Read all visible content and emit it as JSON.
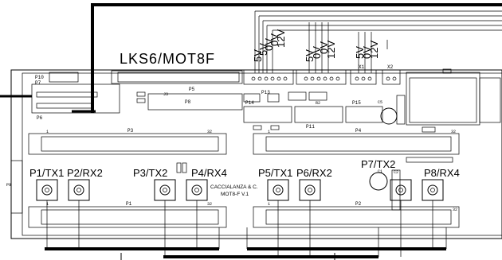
{
  "board": {
    "title": "LKS6/MOT8F",
    "maker_line1": "CACCIALANZA & C.",
    "maker_line2": "MOT8-F V.1"
  },
  "power_labels": {
    "group1": [
      "5V",
      "5V",
      "0V",
      "0V",
      "12V"
    ],
    "group2": [
      "5V",
      "0V",
      "0V",
      "12V"
    ],
    "group3": [
      "5V",
      "0V",
      "12V"
    ]
  },
  "ports": [
    "P1/TX1",
    "P2/RX2",
    "P3/TX2",
    "P4/RX4",
    "P5/TX1",
    "P6/RX2",
    "P7/TX2",
    "P8/RX4"
  ],
  "refs": {
    "p10": "P10",
    "p7": "P7",
    "p5": "P5",
    "p8": "P8",
    "p6": "P6",
    "p3": "P3",
    "p4": "P4",
    "p1": "P1",
    "p2": "P2",
    "p9": "P9",
    "p11": "P11",
    "p13": "P13",
    "p14": "P14",
    "p15": "P15",
    "x1": "X1",
    "x2": "X2",
    "c1": "C1",
    "c2": "C2",
    "c5": "C5",
    "j3": "J3",
    "r2": "R2",
    "pin1": "1",
    "pin32": "32"
  }
}
